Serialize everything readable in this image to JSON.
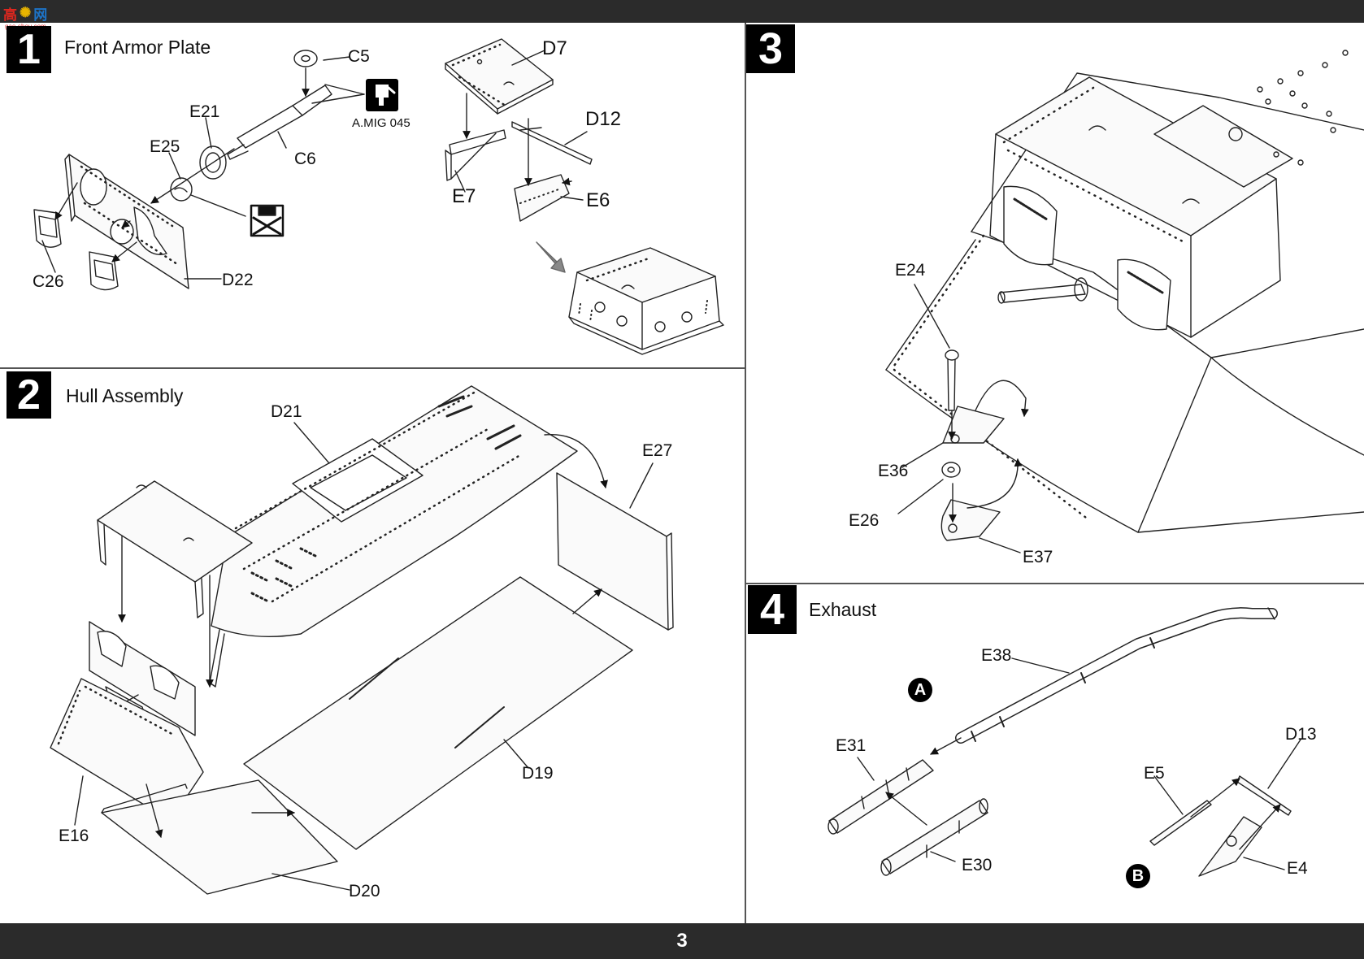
{
  "header": {
    "logo_text_1": "高",
    "logo_text_2": "网",
    "logo_sub": "gao-shou.com"
  },
  "page_number": "3",
  "steps": [
    {
      "number": "1",
      "title": "Front Armor Plate"
    },
    {
      "number": "2",
      "title": "Hull Assembly"
    },
    {
      "number": "3",
      "title": ""
    },
    {
      "number": "4",
      "title": "Exhaust"
    }
  ],
  "step1": {
    "parts": {
      "c5": "C5",
      "c6": "C6",
      "e21": "E21",
      "e25": "E25",
      "c26": "C26",
      "d22": "D22",
      "d7": "D7",
      "d12": "D12",
      "e7": "E7",
      "e6": "E6"
    },
    "paint_ref": "A.MIG 045"
  },
  "step2": {
    "parts": {
      "d21": "D21",
      "e27": "E27",
      "d19": "D19",
      "e16": "E16",
      "d20": "D20"
    }
  },
  "step3": {
    "parts": {
      "e24": "E24",
      "e36": "E36",
      "e26": "E26",
      "e37": "E37"
    }
  },
  "step4": {
    "parts": {
      "e38": "E38",
      "e31": "E31",
      "e30": "E30",
      "e5": "E5",
      "d13": "D13",
      "e4": "E4"
    },
    "variants": {
      "a": "A",
      "b": "B"
    }
  }
}
